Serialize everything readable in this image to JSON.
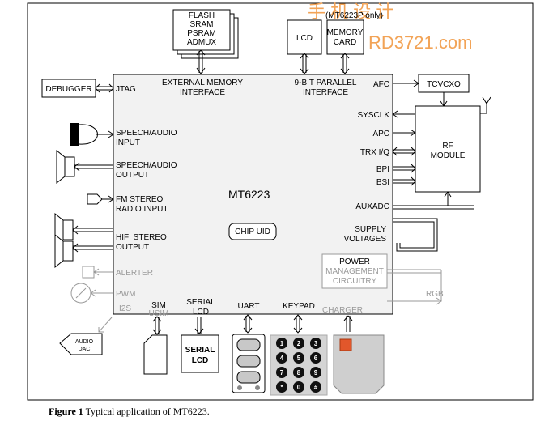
{
  "watermark": {
    "top": "手 机 设 计",
    "site": "RD3721.com",
    "photo": "photo"
  },
  "chip": {
    "name": "MT6223",
    "chip_uid": "CHIP UID"
  },
  "top_blocks": {
    "flash_lines": [
      "FLASH",
      "SRAM",
      "PSRAM",
      "ADMUX"
    ],
    "lcd": "LCD",
    "memory_card_note": "(MT6223P only)",
    "memory_card_lines": [
      "MEMORY",
      "CARD"
    ]
  },
  "left_blocks": {
    "debugger": "DEBUGGER",
    "audio_dac_lines": [
      "AUDIO",
      "DAC"
    ]
  },
  "right_blocks": {
    "tcvcxo": "TCVCXO",
    "rf_lines": [
      "RF",
      "MODULE"
    ],
    "power_lines": [
      "POWER",
      "MANAGEMENT",
      "CIRCUITRY"
    ],
    "rgb": "RGB"
  },
  "bottom_blocks": {
    "serial_lcd_lines": [
      "SERIAL",
      "LCD"
    ]
  },
  "keypad_keys": [
    "1",
    "2",
    "3",
    "4",
    "5",
    "6",
    "7",
    "8",
    "9",
    "*",
    "0",
    "#"
  ],
  "interfaces": {
    "jtag": "JTAG",
    "ext_mem_lines": [
      "EXTERNAL MEMORY",
      "INTERFACE"
    ],
    "parallel_lines": [
      "9-BIT PARALLEL",
      "INTERFACE"
    ],
    "afc": "AFC",
    "sysclk": "SYSCLK",
    "apc": "APC",
    "trx": "TRX I/Q",
    "bpi": "BPI",
    "bsi": "BSI",
    "auxadc": "AUXADC",
    "supply_lines": [
      "SUPPLY",
      "VOLTAGES"
    ],
    "speech_in_lines": [
      "SPEECH/AUDIO",
      "INPUT"
    ],
    "speech_out_lines": [
      "SPEECH/AUDIO",
      "OUTPUT"
    ],
    "fm_lines": [
      "FM STEREO",
      "RADIO INPUT"
    ],
    "hifi_lines": [
      "HIFI STEREO",
      "OUTPUT"
    ],
    "alerter": "ALERTER",
    "pwm": "PWM",
    "i2s": "I2S",
    "sim_lines": [
      "SIM",
      "USIM"
    ],
    "serial_lcd_lines": [
      "SERIAL",
      "LCD"
    ],
    "uart": "UART",
    "keypad": "KEYPAD",
    "charger": "CHARGER"
  },
  "caption": {
    "label": "Figure 1",
    "text": " Typical application of MT6223."
  }
}
